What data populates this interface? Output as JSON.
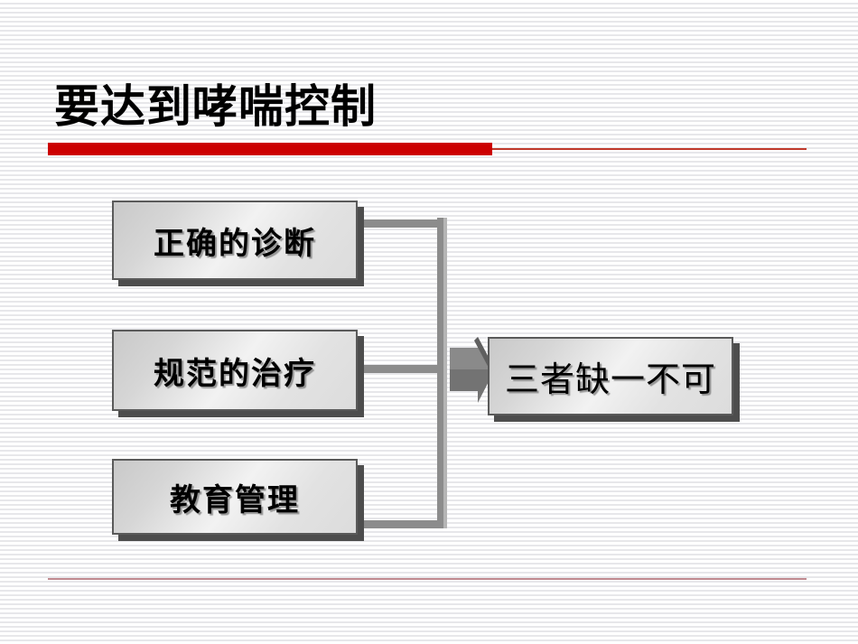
{
  "slide": {
    "title": "要达到哮喘控制",
    "accent_color": "#cc0000",
    "footer_rule_color": "#c08a90",
    "background": "white with light gray horizontal stripes"
  },
  "diagram": {
    "type": "flow",
    "inputs": [
      {
        "id": "diagnosis",
        "label": "正确的诊断"
      },
      {
        "id": "treatment",
        "label": "规范的治疗"
      },
      {
        "id": "education",
        "label": "教育管理"
      }
    ],
    "output": {
      "id": "conclusion",
      "label": "三者缺一不可"
    },
    "connector_color": "#8c8c8c",
    "arrow_color": "#808080",
    "box_fill": "#e2e2e2",
    "box_border": "#5a5a5a",
    "shadow_color": "#4d4d4d"
  }
}
